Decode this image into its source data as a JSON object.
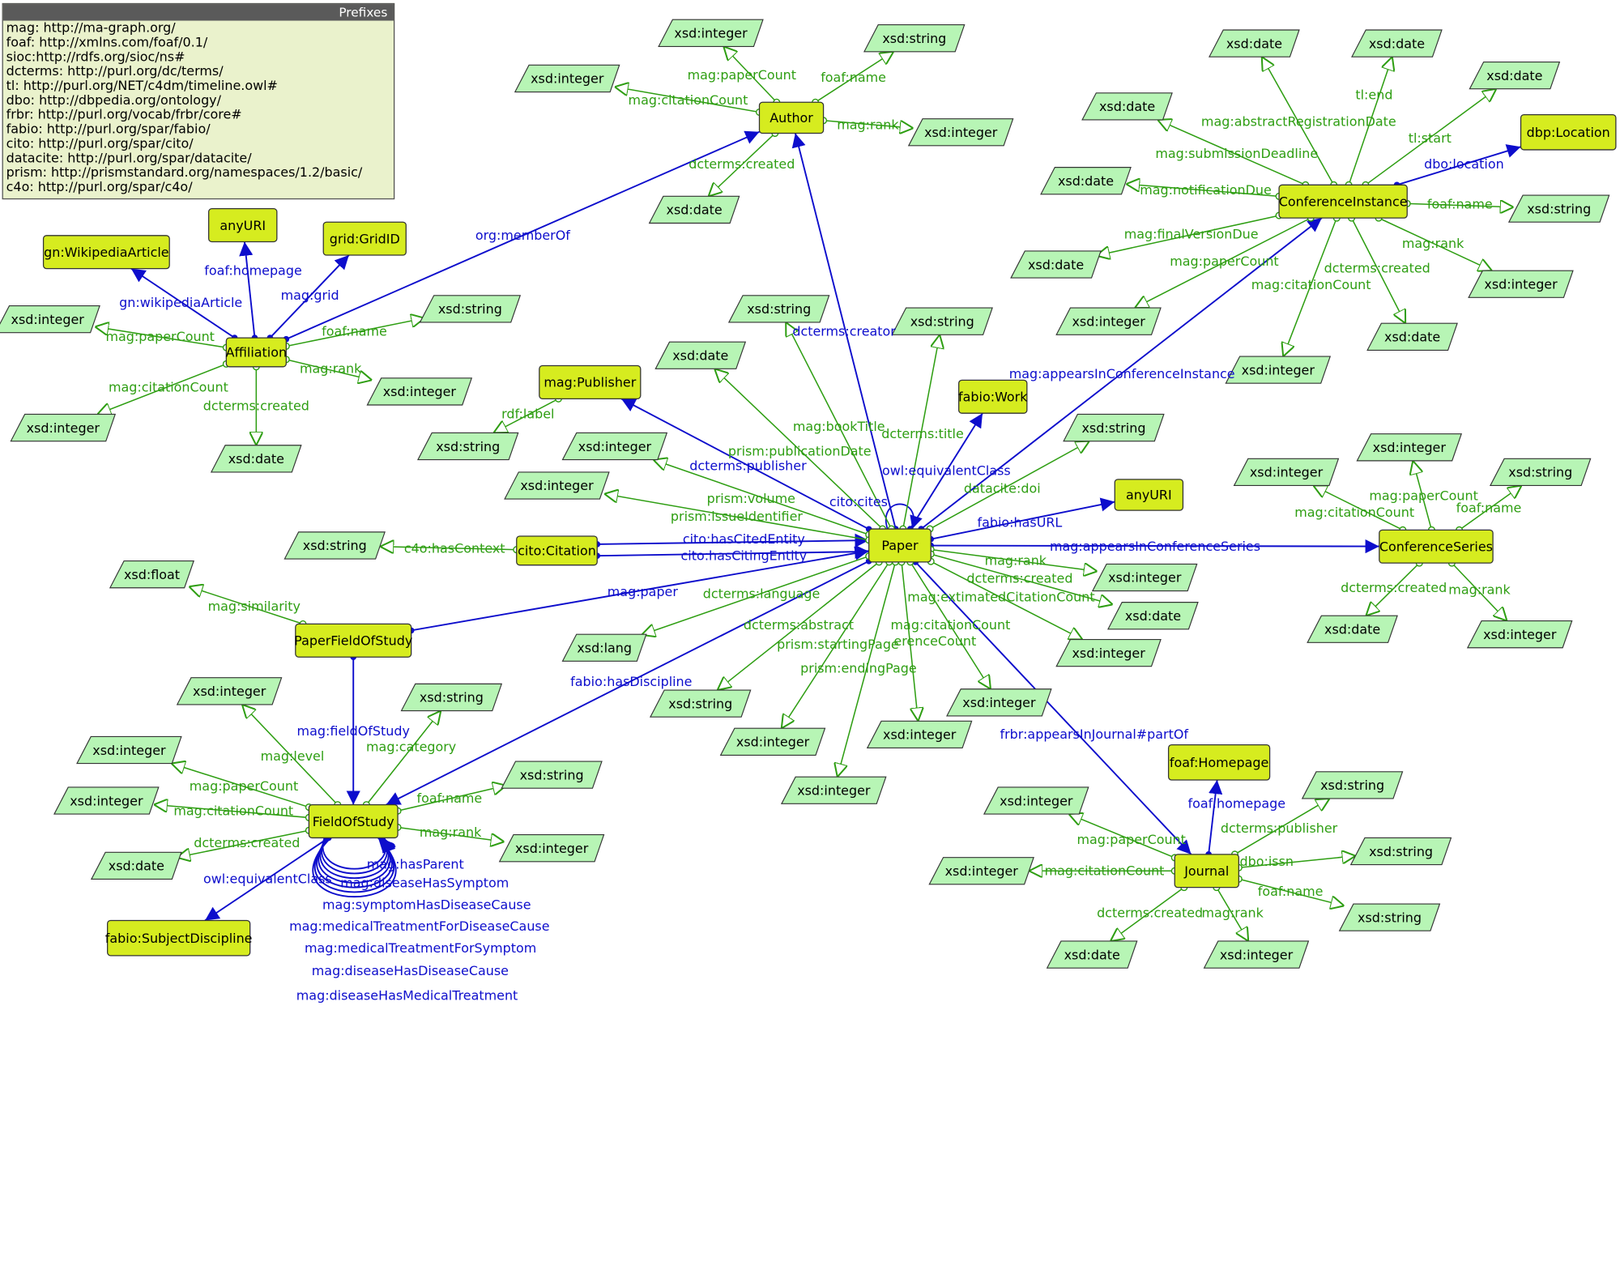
{
  "colors": {
    "class_fill": "#d6ec1f",
    "literal_fill": "#b7f5b5",
    "object_prop": "#0d0dcc",
    "data_prop": "#2e9e12"
  },
  "prefixes": {
    "title": "Prefixes",
    "lines": [
      "mag: http://ma-graph.org/",
      "foaf: http://xmlns.com/foaf/0.1/",
      "sioc:http://rdfs.org/sioc/ns#",
      "dcterms: http://purl.org/dc/terms/",
      "tl: http://purl.org/NET/c4dm/timeline.owl#",
      "dbo: http://dbpedia.org/ontology/",
      "frbr: http://purl.org/vocab/frbr/core#",
      "fabio: http://purl.org/spar/fabio/",
      "cito: http://purl.org/spar/cito/",
      "datacite: http://purl.org/spar/datacite/",
      "prism: http://prismstandard.org/namespaces/1.2/basic/",
      "c4o: http://purl.org/spar/c4o/"
    ]
  },
  "nodes": [
    {
      "id": "author",
      "label": "Author",
      "kind": "class"
    },
    {
      "id": "affiliation",
      "label": "Affiliation",
      "kind": "class"
    },
    {
      "id": "paper",
      "label": "Paper",
      "kind": "class"
    },
    {
      "id": "conf_instance",
      "label": "ConferenceInstance",
      "kind": "class"
    },
    {
      "id": "conf_series",
      "label": "ConferenceSeries",
      "kind": "class"
    },
    {
      "id": "journal",
      "label": "Journal",
      "kind": "class"
    },
    {
      "id": "field_of_study",
      "label": "FieldOfStudy",
      "kind": "class"
    },
    {
      "id": "paper_fos",
      "label": "PaperFieldOfStudy",
      "kind": "class"
    },
    {
      "id": "citation",
      "label": "cito:Citation",
      "kind": "class"
    },
    {
      "id": "publisher",
      "label": "mag:Publisher",
      "kind": "class"
    },
    {
      "id": "fabio_work",
      "label": "fabio:Work",
      "kind": "class"
    },
    {
      "id": "any_uri_paper",
      "label": "anyURI",
      "kind": "class"
    },
    {
      "id": "any_uri_aff",
      "label": "anyURI",
      "kind": "class"
    },
    {
      "id": "grid_id",
      "label": "grid:GridID",
      "kind": "class"
    },
    {
      "id": "wiki_article",
      "label": "gn:WikipediaArticle",
      "kind": "class"
    },
    {
      "id": "dbp_location",
      "label": "dbp:Location",
      "kind": "class"
    },
    {
      "id": "foaf_homepage",
      "label": "foaf:Homepage",
      "kind": "class"
    },
    {
      "id": "subject_discipline",
      "label": "fabio:SubjectDiscipline",
      "kind": "class"
    },
    {
      "id": "l_au_cc",
      "label": "xsd:integer",
      "kind": "literal"
    },
    {
      "id": "l_au_pc",
      "label": "xsd:integer",
      "kind": "literal"
    },
    {
      "id": "l_au_name",
      "label": "xsd:string",
      "kind": "literal"
    },
    {
      "id": "l_au_rank",
      "label": "xsd:integer",
      "kind": "literal"
    },
    {
      "id": "l_au_created",
      "label": "xsd:date",
      "kind": "literal"
    },
    {
      "id": "l_af_pc",
      "label": "xsd:integer",
      "kind": "literal"
    },
    {
      "id": "l_af_cc",
      "label": "xsd:integer",
      "kind": "literal"
    },
    {
      "id": "l_af_name",
      "label": "xsd:string",
      "kind": "literal"
    },
    {
      "id": "l_af_rank",
      "label": "xsd:integer",
      "kind": "literal"
    },
    {
      "id": "l_af_created",
      "label": "xsd:date",
      "kind": "literal"
    },
    {
      "id": "l_pub_label",
      "label": "xsd:string",
      "kind": "literal"
    },
    {
      "id": "l_cit_ctx",
      "label": "xsd:string",
      "kind": "literal"
    },
    {
      "id": "l_pfos_sim",
      "label": "xsd:float",
      "kind": "literal"
    },
    {
      "id": "l_pa_booktitle",
      "label": "xsd:string",
      "kind": "literal"
    },
    {
      "id": "l_pa_title",
      "label": "xsd:string",
      "kind": "literal"
    },
    {
      "id": "l_pa_pubdate",
      "label": "xsd:date",
      "kind": "literal"
    },
    {
      "id": "l_pa_volume",
      "label": "xsd:integer",
      "kind": "literal"
    },
    {
      "id": "l_pa_issue",
      "label": "xsd:integer",
      "kind": "literal"
    },
    {
      "id": "l_pa_doi",
      "label": "xsd:string",
      "kind": "literal"
    },
    {
      "id": "l_pa_rank",
      "label": "xsd:integer",
      "kind": "literal"
    },
    {
      "id": "l_pa_created",
      "label": "xsd:date",
      "kind": "literal"
    },
    {
      "id": "l_pa_ecc",
      "label": "xsd:integer",
      "kind": "literal"
    },
    {
      "id": "l_pa_lang",
      "label": "xsd:lang",
      "kind": "literal"
    },
    {
      "id": "l_pa_abstract",
      "label": "xsd:string",
      "kind": "literal"
    },
    {
      "id": "l_pa_startpage",
      "label": "xsd:integer",
      "kind": "literal"
    },
    {
      "id": "l_pa_endpage",
      "label": "xsd:integer",
      "kind": "literal"
    },
    {
      "id": "l_pa_cc",
      "label": "xsd:integer",
      "kind": "literal"
    },
    {
      "id": "l_pa_refc",
      "label": "xsd:integer",
      "kind": "literal"
    },
    {
      "id": "l_ci_abs",
      "label": "xsd:date",
      "kind": "literal"
    },
    {
      "id": "l_ci_end",
      "label": "xsd:date",
      "kind": "literal"
    },
    {
      "id": "l_ci_start",
      "label": "xsd:date",
      "kind": "literal"
    },
    {
      "id": "l_ci_sub",
      "label": "xsd:date",
      "kind": "literal"
    },
    {
      "id": "l_ci_notif",
      "label": "xsd:date",
      "kind": "literal"
    },
    {
      "id": "l_ci_final",
      "label": "xsd:date",
      "kind": "literal"
    },
    {
      "id": "l_ci_name",
      "label": "xsd:string",
      "kind": "literal"
    },
    {
      "id": "l_ci_rank",
      "label": "xsd:integer",
      "kind": "literal"
    },
    {
      "id": "l_ci_pc",
      "label": "xsd:integer",
      "kind": "literal"
    },
    {
      "id": "l_ci_cc",
      "label": "xsd:integer",
      "kind": "literal"
    },
    {
      "id": "l_ci_created",
      "label": "xsd:date",
      "kind": "literal"
    },
    {
      "id": "l_cs_cc",
      "label": "xsd:integer",
      "kind": "literal"
    },
    {
      "id": "l_cs_pc",
      "label": "xsd:integer",
      "kind": "literal"
    },
    {
      "id": "l_cs_name",
      "label": "xsd:string",
      "kind": "literal"
    },
    {
      "id": "l_cs_created",
      "label": "xsd:date",
      "kind": "literal"
    },
    {
      "id": "l_cs_rank",
      "label": "xsd:integer",
      "kind": "literal"
    },
    {
      "id": "l_fs_level",
      "label": "xsd:integer",
      "kind": "literal"
    },
    {
      "id": "l_fs_pc",
      "label": "xsd:integer",
      "kind": "literal"
    },
    {
      "id": "l_fs_cc",
      "label": "xsd:integer",
      "kind": "literal"
    },
    {
      "id": "l_fs_created",
      "label": "xsd:date",
      "kind": "literal"
    },
    {
      "id": "l_fs_cat",
      "label": "xsd:string",
      "kind": "literal"
    },
    {
      "id": "l_fs_name",
      "label": "xsd:string",
      "kind": "literal"
    },
    {
      "id": "l_fs_rank",
      "label": "xsd:integer",
      "kind": "literal"
    },
    {
      "id": "l_jo_pc",
      "label": "xsd:integer",
      "kind": "literal"
    },
    {
      "id": "l_jo_cc",
      "label": "xsd:integer",
      "kind": "literal"
    },
    {
      "id": "l_jo_created",
      "label": "xsd:date",
      "kind": "literal"
    },
    {
      "id": "l_jo_rank",
      "label": "xsd:integer",
      "kind": "literal"
    },
    {
      "id": "l_jo_publisher",
      "label": "xsd:string",
      "kind": "literal"
    },
    {
      "id": "l_jo_issn",
      "label": "xsd:string",
      "kind": "literal"
    },
    {
      "id": "l_jo_name",
      "label": "xsd:string",
      "kind": "literal"
    }
  ],
  "edges": [
    {
      "from": "affiliation",
      "to": "author",
      "label": "org:memberOf",
      "kind": "object"
    },
    {
      "from": "paper",
      "to": "author",
      "label": "dcterms:creator",
      "kind": "object"
    },
    {
      "from": "paper",
      "to": "conf_instance",
      "label": "mag:appearsInConferenceInstance",
      "kind": "object"
    },
    {
      "from": "paper",
      "to": "conf_series",
      "label": "mag:appearsInConferenceSeries",
      "kind": "object"
    },
    {
      "from": "paper",
      "to": "journal",
      "label": "frbr:appearsInJournal#partOf",
      "kind": "object"
    },
    {
      "from": "paper",
      "to": "publisher",
      "label": "dcterms:publisher",
      "kind": "object"
    },
    {
      "from": "paper",
      "to": "fabio_work",
      "label": "owl:equivalentClass",
      "kind": "object"
    },
    {
      "from": "paper",
      "to": "any_uri_paper",
      "label": "fabio:hasURL",
      "kind": "object"
    },
    {
      "from": "paper",
      "to": "field_of_study",
      "label": "fabio:hasDiscipline",
      "kind": "object"
    },
    {
      "from": "paper",
      "to": "paper",
      "label": "cito:cites",
      "kind": "object"
    },
    {
      "from": "citation",
      "to": "paper",
      "label": "cito:hasCitedEntity",
      "kind": "object"
    },
    {
      "from": "citation",
      "to": "paper",
      "label": "cito:hasCitingEntity",
      "kind": "object"
    },
    {
      "from": "paper_fos",
      "to": "paper",
      "label": "mag:paper",
      "kind": "object"
    },
    {
      "from": "paper_fos",
      "to": "field_of_study",
      "label": "mag:fieldOfStudy",
      "kind": "object"
    },
    {
      "from": "affiliation",
      "to": "any_uri_aff",
      "label": "foaf:homepage",
      "kind": "object"
    },
    {
      "from": "affiliation",
      "to": "grid_id",
      "label": "mag:grid",
      "kind": "object"
    },
    {
      "from": "affiliation",
      "to": "wiki_article",
      "label": "gn:wikipediaArticle",
      "kind": "object"
    },
    {
      "from": "conf_instance",
      "to": "dbp_location",
      "label": "dbo:location",
      "kind": "object"
    },
    {
      "from": "journal",
      "to": "foaf_homepage",
      "label": "foaf:homepage",
      "kind": "object"
    },
    {
      "from": "field_of_study",
      "to": "subject_discipline",
      "label": "owl:equivalentClass",
      "kind": "object"
    },
    {
      "from": "author",
      "to": "l_au_cc",
      "label": "mag:citationCount",
      "kind": "data"
    },
    {
      "from": "author",
      "to": "l_au_pc",
      "label": "mag:paperCount",
      "kind": "data"
    },
    {
      "from": "author",
      "to": "l_au_name",
      "label": "foaf:name",
      "kind": "data"
    },
    {
      "from": "author",
      "to": "l_au_rank",
      "label": "mag:rank",
      "kind": "data"
    },
    {
      "from": "author",
      "to": "l_au_created",
      "label": "dcterms:created",
      "kind": "data"
    },
    {
      "from": "affiliation",
      "to": "l_af_pc",
      "label": "mag:paperCount",
      "kind": "data"
    },
    {
      "from": "affiliation",
      "to": "l_af_cc",
      "label": "mag:citationCount",
      "kind": "data"
    },
    {
      "from": "affiliation",
      "to": "l_af_name",
      "label": "foaf:name",
      "kind": "data"
    },
    {
      "from": "affiliation",
      "to": "l_af_rank",
      "label": "mag:rank",
      "kind": "data"
    },
    {
      "from": "affiliation",
      "to": "l_af_created",
      "label": "dcterms:created",
      "kind": "data"
    },
    {
      "from": "publisher",
      "to": "l_pub_label",
      "label": "rdf:label",
      "kind": "data"
    },
    {
      "from": "citation",
      "to": "l_cit_ctx",
      "label": "c4o:hasContext",
      "kind": "data"
    },
    {
      "from": "paper_fos",
      "to": "l_pfos_sim",
      "label": "mag:similarity",
      "kind": "data"
    },
    {
      "from": "paper",
      "to": "l_pa_booktitle",
      "label": "mag:bookTitle",
      "kind": "data"
    },
    {
      "from": "paper",
      "to": "l_pa_title",
      "label": "dcterms:title",
      "kind": "data"
    },
    {
      "from": "paper",
      "to": "l_pa_pubdate",
      "label": "prism:publicationDate",
      "kind": "data"
    },
    {
      "from": "paper",
      "to": "l_pa_volume",
      "label": "prism:volume",
      "kind": "data"
    },
    {
      "from": "paper",
      "to": "l_pa_issue",
      "label": "prism:issueIdentifier",
      "kind": "data"
    },
    {
      "from": "paper",
      "to": "l_pa_doi",
      "label": "datacite:doi",
      "kind": "data"
    },
    {
      "from": "paper",
      "to": "l_pa_rank",
      "label": "mag:rank",
      "kind": "data"
    },
    {
      "from": "paper",
      "to": "l_pa_created",
      "label": "dcterms:created",
      "kind": "data"
    },
    {
      "from": "paper",
      "to": "l_pa_ecc",
      "label": "mag:extimatedCitationCount",
      "kind": "data"
    },
    {
      "from": "paper",
      "to": "l_pa_lang",
      "label": "dcterms:language",
      "kind": "data"
    },
    {
      "from": "paper",
      "to": "l_pa_abstract",
      "label": "dcterms:abstract",
      "kind": "data"
    },
    {
      "from": "paper",
      "to": "l_pa_startpage",
      "label": "prism:startingPage",
      "kind": "data"
    },
    {
      "from": "paper",
      "to": "l_pa_endpage",
      "label": "prism:endingPage",
      "kind": "data"
    },
    {
      "from": "paper",
      "to": "l_pa_cc",
      "label": "mag:citationCount",
      "kind": "data"
    },
    {
      "from": "paper",
      "to": "l_pa_refc",
      "label": "erenceCount",
      "kind": "data"
    },
    {
      "from": "conf_instance",
      "to": "l_ci_abs",
      "label": "mag:abstractRegistrationDate",
      "kind": "data"
    },
    {
      "from": "conf_instance",
      "to": "l_ci_end",
      "label": "tl:end",
      "kind": "data"
    },
    {
      "from": "conf_instance",
      "to": "l_ci_start",
      "label": "tl:start",
      "kind": "data"
    },
    {
      "from": "conf_instance",
      "to": "l_ci_sub",
      "label": "mag:submissionDeadline",
      "kind": "data"
    },
    {
      "from": "conf_instance",
      "to": "l_ci_notif",
      "label": "mag:notificationDue",
      "kind": "data"
    },
    {
      "from": "conf_instance",
      "to": "l_ci_final",
      "label": "mag:finalVersionDue",
      "kind": "data"
    },
    {
      "from": "conf_instance",
      "to": "l_ci_name",
      "label": "foaf:name",
      "kind": "data"
    },
    {
      "from": "conf_instance",
      "to": "l_ci_rank",
      "label": "mag:rank",
      "kind": "data"
    },
    {
      "from": "conf_instance",
      "to": "l_ci_pc",
      "label": "mag:paperCount",
      "kind": "data"
    },
    {
      "from": "conf_instance",
      "to": "l_ci_cc",
      "label": "mag:citationCount",
      "kind": "data"
    },
    {
      "from": "conf_instance",
      "to": "l_ci_created",
      "label": "dcterms:created",
      "kind": "data"
    },
    {
      "from": "conf_series",
      "to": "l_cs_cc",
      "label": "mag:citationCount",
      "kind": "data"
    },
    {
      "from": "conf_series",
      "to": "l_cs_pc",
      "label": "mag:paperCount",
      "kind": "data"
    },
    {
      "from": "conf_series",
      "to": "l_cs_name",
      "label": "foaf:name",
      "kind": "data"
    },
    {
      "from": "conf_series",
      "to": "l_cs_created",
      "label": "dcterms:created",
      "kind": "data"
    },
    {
      "from": "conf_series",
      "to": "l_cs_rank",
      "label": "mag:rank",
      "kind": "data"
    },
    {
      "from": "field_of_study",
      "to": "l_fs_level",
      "label": "mag:level",
      "kind": "data"
    },
    {
      "from": "field_of_study",
      "to": "l_fs_pc",
      "label": "mag:paperCount",
      "kind": "data"
    },
    {
      "from": "field_of_study",
      "to": "l_fs_cc",
      "label": "mag:citationCount",
      "kind": "data"
    },
    {
      "from": "field_of_study",
      "to": "l_fs_created",
      "label": "dcterms:created",
      "kind": "data"
    },
    {
      "from": "field_of_study",
      "to": "l_fs_cat",
      "label": "mag:category",
      "kind": "data"
    },
    {
      "from": "field_of_study",
      "to": "l_fs_name",
      "label": "foaf:name",
      "kind": "data"
    },
    {
      "from": "field_of_study",
      "to": "l_fs_rank",
      "label": "mag:rank",
      "kind": "data"
    },
    {
      "from": "journal",
      "to": "l_jo_pc",
      "label": "mag:paperCount",
      "kind": "data"
    },
    {
      "from": "journal",
      "to": "l_jo_cc",
      "label": "mag:citationCount",
      "kind": "data"
    },
    {
      "from": "journal",
      "to": "l_jo_created",
      "label": "dcterms:created",
      "kind": "data"
    },
    {
      "from": "journal",
      "to": "l_jo_rank",
      "label": "mag:rank",
      "kind": "data"
    },
    {
      "from": "journal",
      "to": "l_jo_publisher",
      "label": "dcterms:publisher",
      "kind": "data"
    },
    {
      "from": "journal",
      "to": "l_jo_issn",
      "label": "dbo:issn",
      "kind": "data"
    },
    {
      "from": "journal",
      "to": "l_jo_name",
      "label": "foaf:name",
      "kind": "data"
    }
  ],
  "fos_self_loops": [
    "mag:hasParent",
    "mag:diseaseHasSymptom",
    "mag:symptomHasDiseaseCause",
    "mag:medicalTreatmentForDiseaseCause",
    "mag:medicalTreatmentForSymptom",
    "mag:diseaseHasDiseaseCause",
    "mag:diseaseHasMedicalTreatment"
  ]
}
